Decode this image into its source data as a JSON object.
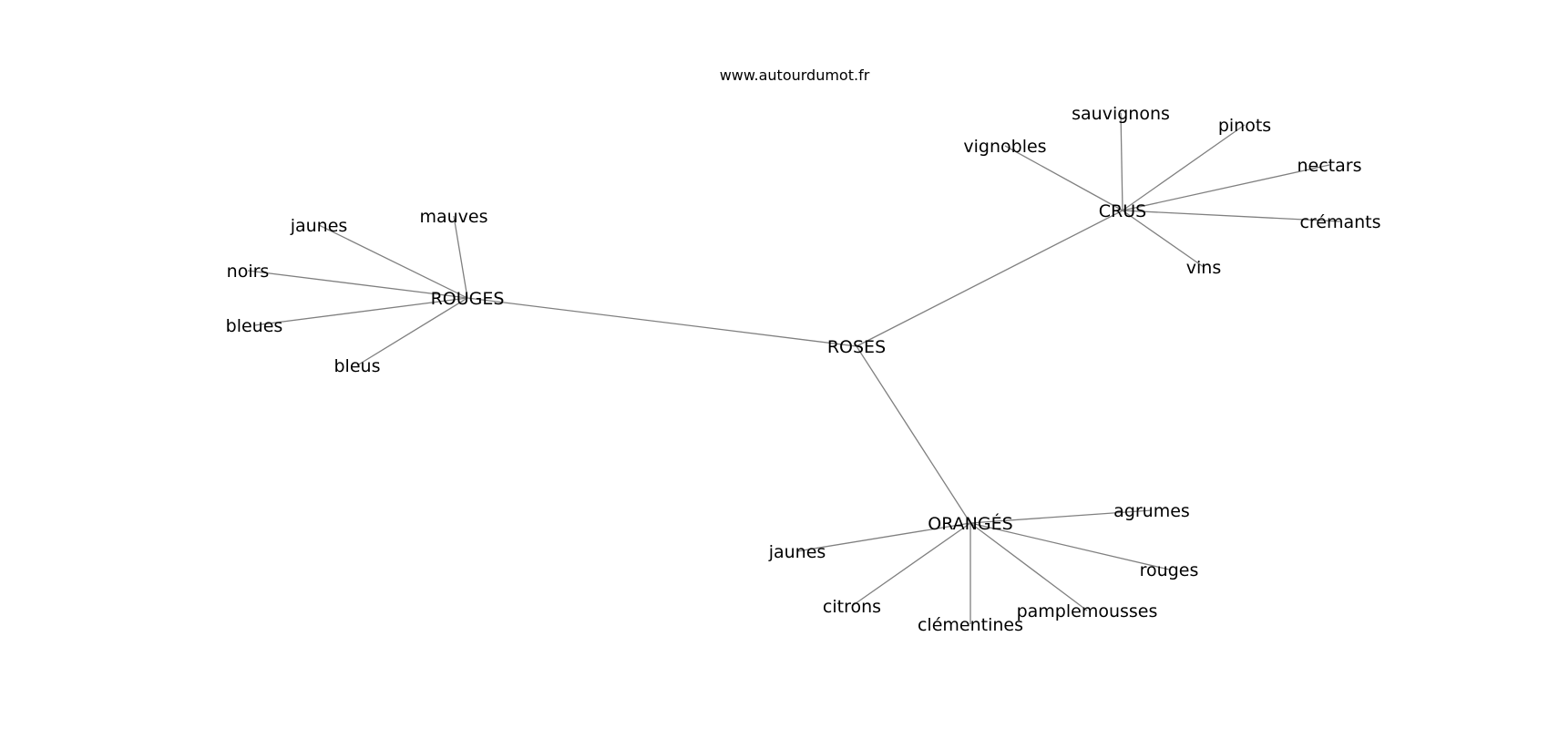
{
  "source": "www.autourdumot.fr",
  "graph": {
    "center": "ROSES",
    "hubs": [
      {
        "id": "rouges_hub",
        "label": "ROUGES",
        "leaves": [
          "mauves",
          "jaunes",
          "noirs",
          "bleues",
          "bleus"
        ]
      },
      {
        "id": "crus_hub",
        "label": "CRUS",
        "leaves": [
          "sauvignons",
          "pinots",
          "vignobles",
          "nectars",
          "crémants",
          "vins"
        ]
      },
      {
        "id": "oranges_hub",
        "label": "ORANGÉS",
        "leaves": [
          "agrumes",
          "jaunes",
          "rouges",
          "citrons",
          "clémentines",
          "pamplemousses"
        ]
      }
    ]
  },
  "colors": {
    "edge": "#808080",
    "text": "#000000",
    "background": "#ffffff"
  }
}
